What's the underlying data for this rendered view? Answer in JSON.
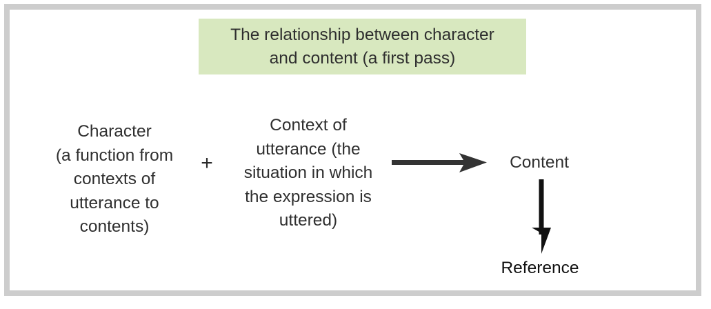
{
  "figure": {
    "title": "The relationship between character\nand content (a first pass)",
    "title_banner_color": "#d8e8bf",
    "frame_color": "#cdcdcd",
    "background_color": "#ffffff",
    "text_color": "#2f2f2f",
    "arrow_color_horizontal": "#333333",
    "arrow_color_vertical": "#111111"
  },
  "blocks": {
    "character": "Character\n(a function from\ncontexts of\nutterance to\ncontents)",
    "operator": "+",
    "context": "Context of\nutterance (the\nsituation in which\nthe expression is\nuttered)",
    "content": "Content",
    "reference": "Reference"
  },
  "icons": {
    "arrow_right": "arrow-right-icon",
    "arrow_down": "arrow-down-icon"
  }
}
